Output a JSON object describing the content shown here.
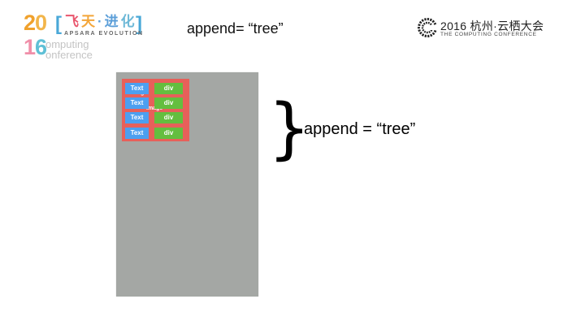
{
  "logo": {
    "year_top": [
      "2",
      "0"
    ],
    "year_bottom": [
      "1",
      "6"
    ],
    "bracket_left": "[",
    "bracket_right": "]",
    "chinese": [
      "飞",
      "天",
      "·",
      "进",
      "化"
    ],
    "english": "APSARA EVOLUTION",
    "sub_line1": "omputing",
    "sub_line2": "onference"
  },
  "header": {
    "title": "append= “tree”"
  },
  "conference": {
    "mark_icon": "cloud-c-icon",
    "chinese": "2016 杭州·云栖大会",
    "english": "THE COMPUTING CONFERENCE"
  },
  "phone": {
    "image_labels": [
      "image",
      "image"
    ],
    "rows": [
      {
        "text": "Text",
        "div": "div"
      },
      {
        "text": "Text",
        "div": "div"
      },
      {
        "text": "Text",
        "div": "div"
      },
      {
        "text": "Text",
        "div": "div"
      }
    ]
  },
  "annotation": {
    "brace": "}",
    "label": "append = “tree”"
  },
  "colors": {
    "container_red": "#e7605a",
    "text_blue": "#4c9ff0",
    "div_green": "#64be3f",
    "screen_gray": "#a4a7a4"
  }
}
